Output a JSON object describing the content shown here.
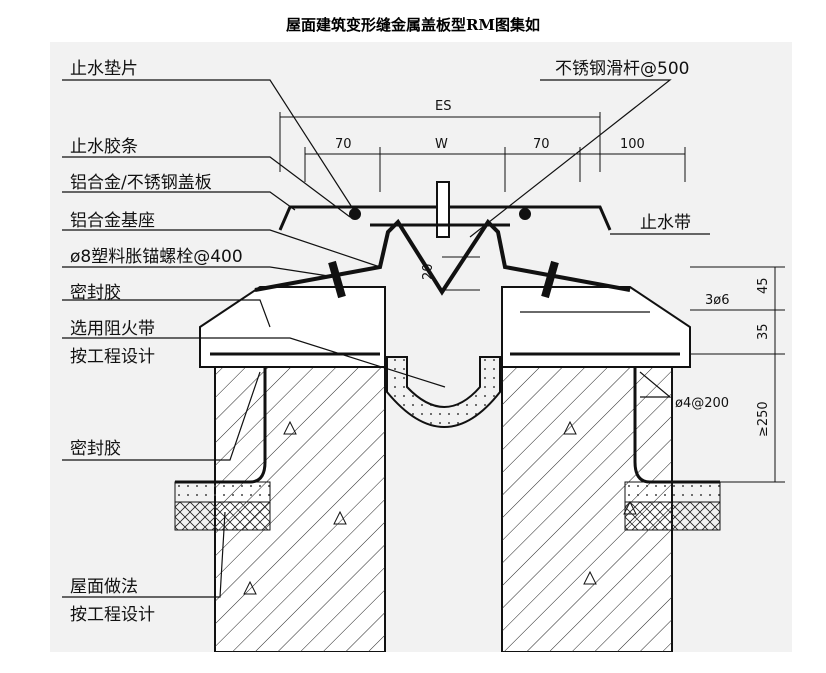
{
  "title": "屋面建筑变形缝金属盖板型RM图集如",
  "colors": {
    "background": "#f2f2f2",
    "ink": "#111111",
    "concrete": "#ffffff"
  },
  "labels_left": [
    "止水垫片",
    "止水胶条",
    "铝合金/不锈钢盖板",
    "铝合金基座",
    "ø8塑料胀锚螺栓@400",
    "密封胶",
    "选用阻火带",
    "按工程设计",
    "密封胶",
    "屋面做法",
    "按工程设计"
  ],
  "labels_right": {
    "rod": "不锈钢滑杆@500",
    "waterstop_belt": "止水带",
    "rebar": "3ø6",
    "rebar_spacing": "ø4@200"
  },
  "dimensions": {
    "es": "ES",
    "left_flange": "70",
    "w": "W",
    "right_flange": "70",
    "extra": "100",
    "gap_depth": "20",
    "h1": "45",
    "h2": "35",
    "h3": "≥250"
  }
}
